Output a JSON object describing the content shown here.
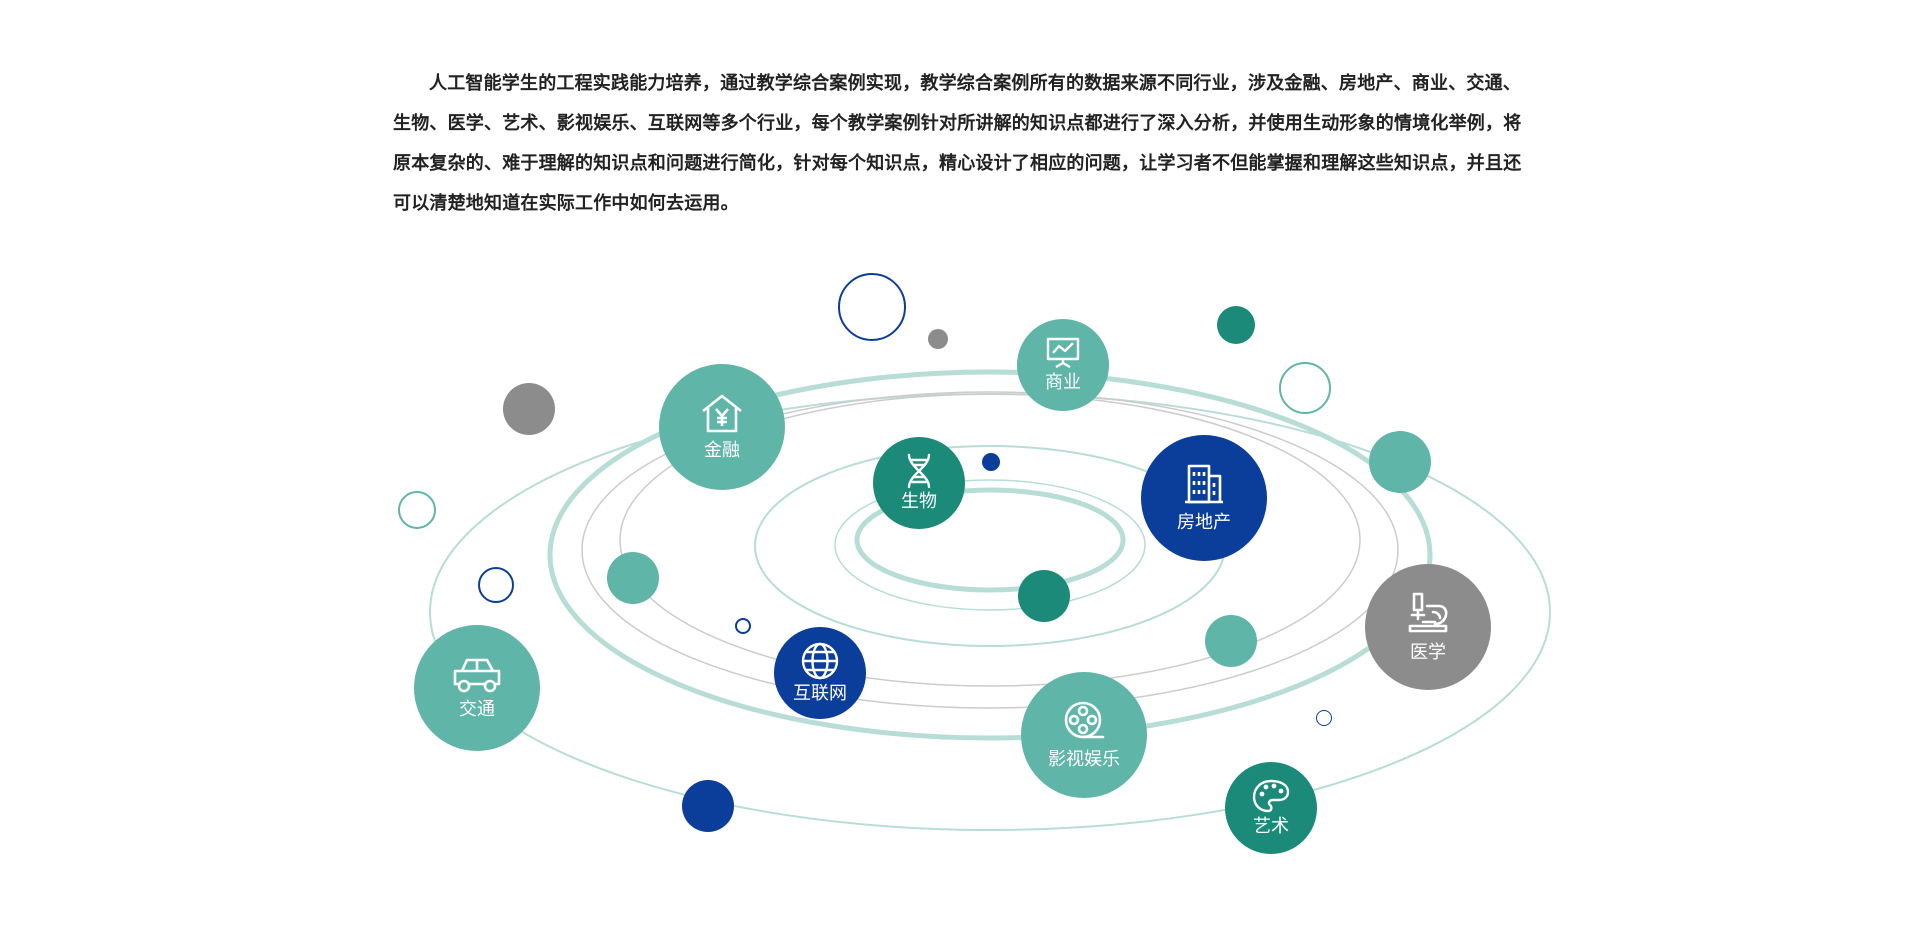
{
  "intro_text": "人工智能学生的工程实践能力培养，通过教学综合案例实现，教学综合案例所有的数据来源不同行业，涉及金融、房地产、商业、交通、生物、医学、艺术、影视娱乐、互联网等多个行业，每个教学案例针对所讲解的知识点都进行了深入分析，并使用生动形象的情境化举例，将原本复杂的、难于理解的知识点和问题进行简化，针对每个知识点，精心设计了相应的问题，让学习者不但能掌握和理解这些知识点，并且还可以清楚地知道在实际工作中如何去运用。",
  "colors": {
    "teal_light": "#5fb5a8",
    "teal_dark": "#1b8a78",
    "navy": "#0b3d9a",
    "gray": "#8c8c8c",
    "orbit_teal": "#b7ddd6",
    "orbit_gray": "#cccccc"
  },
  "industries": {
    "finance": {
      "label": "金融",
      "icon": "house-yen-icon"
    },
    "business": {
      "label": "商业",
      "icon": "presentation-board-icon"
    },
    "biology": {
      "label": "生物",
      "icon": "dna-icon"
    },
    "real_estate": {
      "label": "房地产",
      "icon": "office-building-icon"
    },
    "medicine": {
      "label": "医学",
      "icon": "microscope-icon"
    },
    "transport": {
      "label": "交通",
      "icon": "car-icon"
    },
    "internet": {
      "label": "互联网",
      "icon": "globe-icon"
    },
    "entertainment": {
      "label": "影视娱乐",
      "icon": "film-reel-icon"
    },
    "art": {
      "label": "艺术",
      "icon": "palette-icon"
    }
  }
}
